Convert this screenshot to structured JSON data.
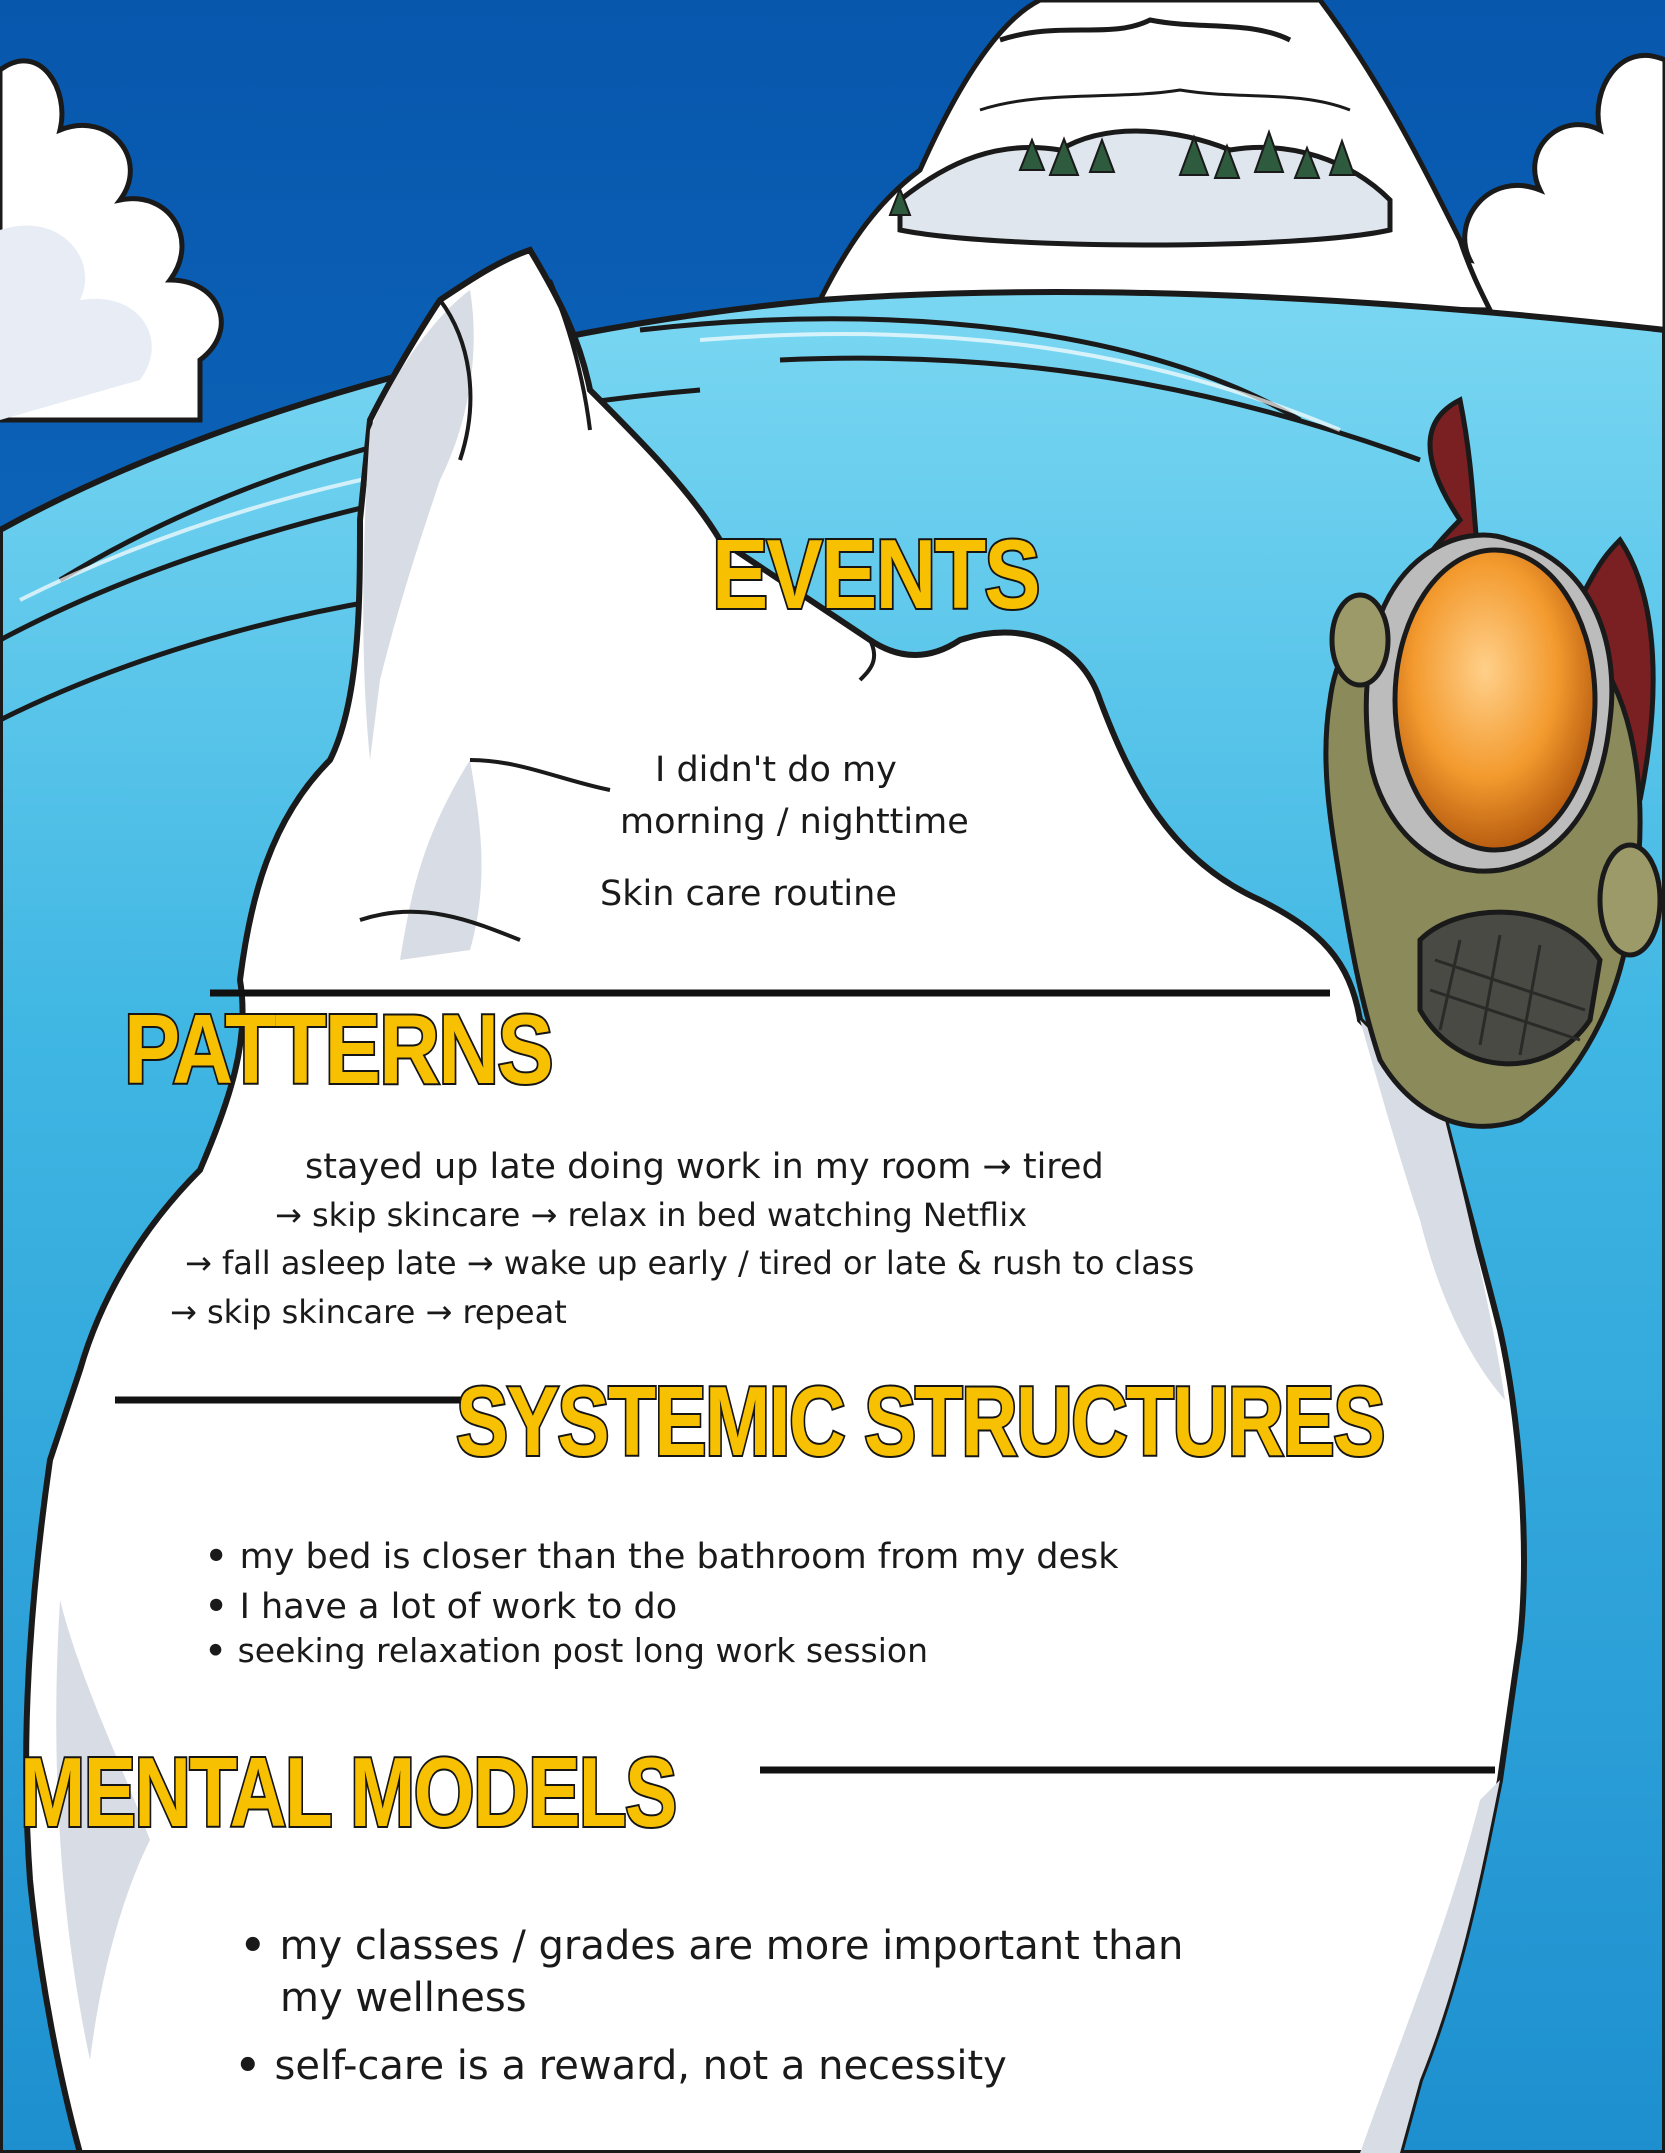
{
  "colors": {
    "sky": "#0a64b8",
    "water": "#4cc1e6",
    "iceberg": "#ffffff",
    "heading_fill": "#f7c000",
    "heading_stroke": "#151515",
    "text": "#1a1a1a"
  },
  "sections": {
    "events": {
      "heading": "EVENTS",
      "lines": [
        "I didn't do my",
        "morning / nighttime",
        "Skin care routine"
      ]
    },
    "patterns": {
      "heading": "PATTERNS",
      "lines": [
        "stayed up late doing work in my room → tired",
        "→ skip skincare → relax in bed watching Netflix",
        "→ fall asleep late → wake up early / tired or late & rush to class",
        "→ skip skincare → repeat"
      ]
    },
    "systemic_structures": {
      "heading": "SYSTEMIC STRUCTURES",
      "items": [
        "my bed is closer than the bathroom from my desk",
        "I have a lot of work to do",
        "seeking relaxation post long work session"
      ]
    },
    "mental_models": {
      "heading": "MENTAL MODELS",
      "items": [
        "my classes / grades are more important than",
        "my wellness",
        "self-care is a reward, not a necessity"
      ]
    }
  },
  "illustrations": {
    "mountain": "snowy-mountain-island",
    "clouds": "cloud-bank",
    "iceberg": "iceberg",
    "submarine": "aqua-grabber-submarine"
  }
}
